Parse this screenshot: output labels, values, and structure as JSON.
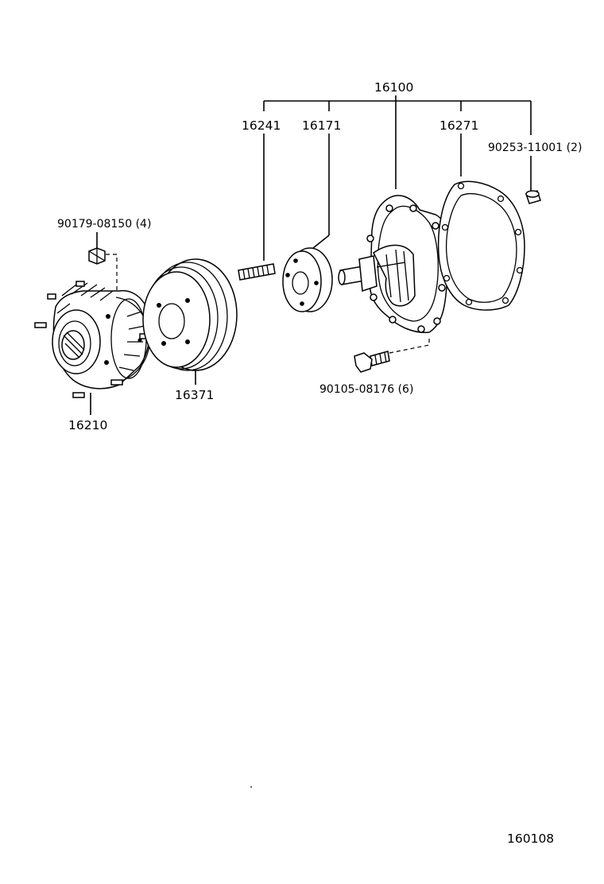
{
  "diagram_id": "160108",
  "labels": {
    "water_pump_assy": "16100",
    "stud": "16241",
    "hub": "16171",
    "gasket": "16271",
    "plug": "90253-11001 (2)",
    "nut": "90179-08150 (4)",
    "fan_clutch": "16210",
    "pulley": "16371",
    "bolt": "90105-08176 (6)"
  }
}
